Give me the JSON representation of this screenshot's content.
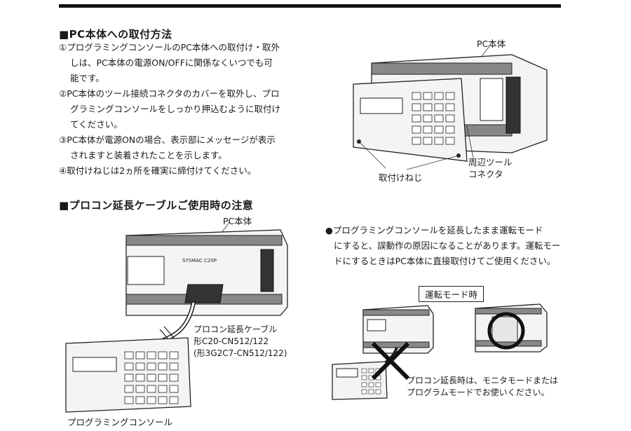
{
  "section1": {
    "heading": "■PC本体への取付方法",
    "steps": [
      "①プログラミングコンソールのPC本体への取付け・取外",
      "しは、PC本体の電源ON/OFFに関係なくいつでも可",
      "能です。",
      "②PC本体のツール接続コネクタのカバーを取外し、プロ",
      "グラミングコンソールをしっかり押込むように取付け",
      "てください。",
      "③PC本体が電源ONの場合、表示部にメッセージが表示",
      "されますと装着されたことを示します。",
      "④取付けねじは2ヵ所を確実に締付けてください。"
    ],
    "figure": {
      "pc_label": "PC本体",
      "screw_label": "取付けねじ",
      "connector_label": [
        "周辺ツール",
        "コネクタ"
      ]
    }
  },
  "section2": {
    "heading": "■プロコン延長ケーブルご使用時の注意",
    "figure": {
      "pc_label": "PC本体",
      "pc_model": "SYSMAC C20P",
      "cable_label": [
        "プロコン延長ケーブル",
        "形C20-CN512/122",
        "(形3G2C7-CN512/122)"
      ],
      "console_label": "プログラミングコンソール"
    },
    "note": [
      "●プログラミングコンソールを延長したまま運転モード",
      "にすると、誤動作の原因になることがあります。運転モー",
      "ドにするときはPC本体に直接取付けてご使用ください。"
    ],
    "run_mode_label": "運転モード時",
    "run_mode_note": [
      "プロコン延長時は、モニタモードまたは",
      "プログラムモードでお使いください。"
    ]
  }
}
